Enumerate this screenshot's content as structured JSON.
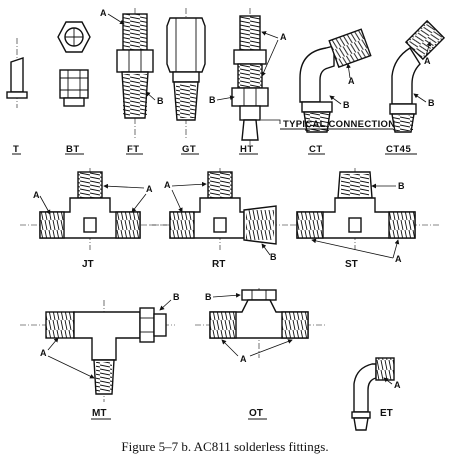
{
  "figure": {
    "caption_prefix": "Figure 5–7 b.",
    "caption_text": "AC811 solderless fittings.",
    "callouts": {
      "a": "A",
      "b": "B"
    },
    "typical_connection": "TYPICAL CONNECTION",
    "fittings": {
      "t": "T",
      "bt": "BT",
      "ft": "FT",
      "gt": "GT",
      "ht": "HT",
      "ct": "CT",
      "ct45": "CT45",
      "jt": "JT",
      "rt": "RT",
      "st": "ST",
      "mt": "MT",
      "ot": "OT",
      "et": "ET"
    }
  }
}
